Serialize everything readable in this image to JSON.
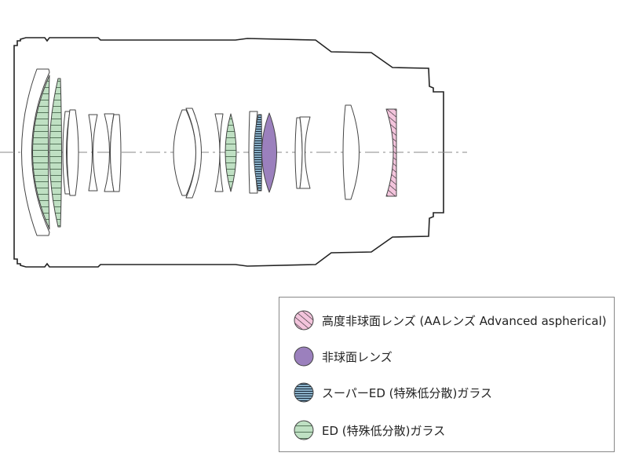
{
  "colors": {
    "ed_glass": "#bfe0c3",
    "super_ed_glass": "#8fb8d0",
    "aspherical": "#9b80bd",
    "aa_aspherical": "#f3c4dc",
    "outline": "#333333"
  },
  "legend": {
    "items": [
      {
        "icon": "hatched-pink-circle-icon",
        "label": "高度非球面レンズ (AAレンズ Advanced aspherical)"
      },
      {
        "icon": "purple-circle-icon",
        "label": "非球面レンズ"
      },
      {
        "icon": "dense-striped-blue-circle-icon",
        "label": "スーパーED (特殊低分散)ガラス"
      },
      {
        "icon": "striped-green-circle-icon",
        "label": "ED (特殊低分散)ガラス"
      }
    ]
  }
}
